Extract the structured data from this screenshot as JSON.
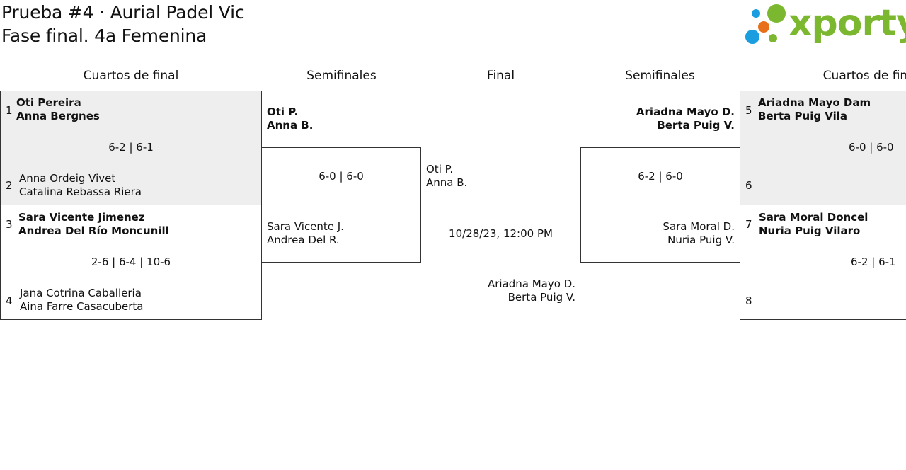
{
  "header": {
    "title_line1": "Prueba #4 · Aurial Padel Vic",
    "title_line2": "Fase final. 4a Femenina",
    "logo_text": "xporty"
  },
  "rounds": {
    "left_qf": "Cuartos de final",
    "left_sf": "Semifinales",
    "final": "Final",
    "right_sf": "Semifinales",
    "right_qf": "Cuartos de final"
  },
  "left_qf": [
    {
      "seed_a": "1",
      "a1": "Oti Pereira",
      "a2": "Anna Bergnes",
      "score": "6-2 | 6-1",
      "seed_b": "2",
      "b1": "Anna Ordeig Vivet",
      "b2": "Catalina Rebassa Riera"
    },
    {
      "seed_a": "3",
      "a1": "Sara Vicente Jimenez",
      "a2": "Andrea Del Río Moncunill",
      "score": "2-6 | 6-4 | 10-6",
      "seed_b": "4",
      "b1": "Jana Cotrina Caballeria",
      "b2": "Aina Farre Casacuberta"
    }
  ],
  "left_sf": {
    "a1": "Oti P.",
    "a2": "Anna B.",
    "score": "6-0 | 6-0",
    "b1": "Sara Vicente J.",
    "b2": "Andrea Del R."
  },
  "final": {
    "a1": "Oti P.",
    "a2": "Anna B.",
    "datetime": "10/28/23, 12:00 PM",
    "b1": "Ariadna Mayo D.",
    "b2": "Berta Puig V."
  },
  "right_sf": {
    "a1": "Ariadna Mayo D.",
    "a2": "Berta Puig V.",
    "score": "6-2 | 6-0",
    "b1": "Sara Moral D.",
    "b2": "Nuria Puig V."
  },
  "right_qf": [
    {
      "seed_a": "5",
      "a1": "Ariadna Mayo Dam",
      "a2": "Berta Puig Vila",
      "score": "6-0 | 6-0",
      "seed_b": "6"
    },
    {
      "seed_a": "7",
      "a1": "Sara Moral Doncel",
      "a2": "Nuria Puig Vilaro",
      "score": "6-2 | 6-1",
      "seed_b": "8"
    }
  ],
  "colors": {
    "logo_green": "#7bb82f",
    "logo_blue": "#1a9ee0",
    "logo_orange": "#e8701a",
    "winner_box": "#eeeeee"
  }
}
